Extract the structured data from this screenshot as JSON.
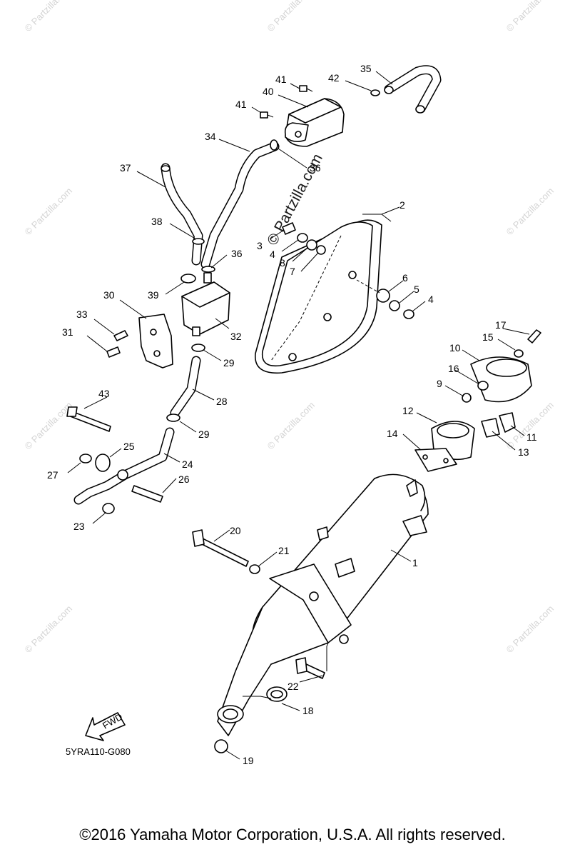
{
  "diagram": {
    "watermark": "© Partzilla.com",
    "code": "5YRA110-G080",
    "fwd": "FWD",
    "callouts": [
      "1",
      "2",
      "3",
      "4",
      "4",
      "5",
      "6",
      "7",
      "8",
      "9",
      "10",
      "11",
      "12",
      "13",
      "14",
      "15",
      "16",
      "17",
      "18",
      "19",
      "20",
      "21",
      "22",
      "23",
      "24",
      "25",
      "26",
      "27",
      "28",
      "29",
      "29",
      "30",
      "31",
      "32",
      "33",
      "34",
      "35",
      "36",
      "36",
      "37",
      "38",
      "39",
      "40",
      "41",
      "41",
      "42",
      "43"
    ]
  },
  "footer": {
    "copyright": "©2016 Yamaha Motor Corporation, U.S.A. All rights reserved."
  },
  "colors": {
    "line": "#000000",
    "watermark": "#d4d4d4",
    "background": "#ffffff"
  }
}
